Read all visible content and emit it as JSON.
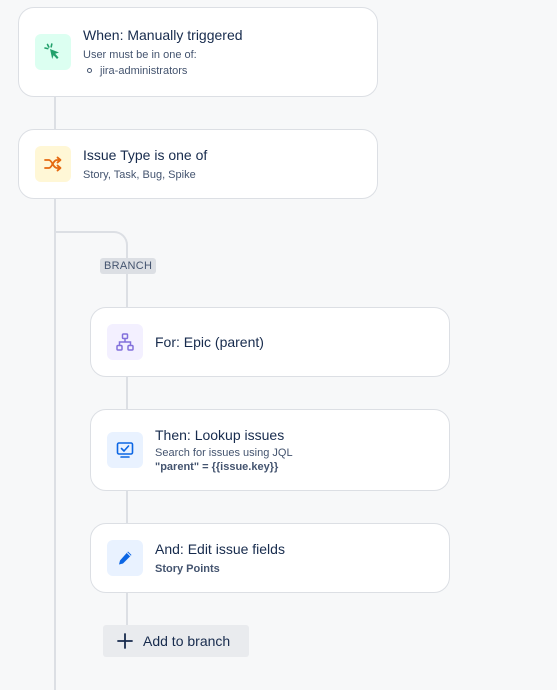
{
  "colors": {
    "trigger_icon_bg": "#dcfff1",
    "trigger_icon": "#22a06b",
    "condition_icon_bg": "#fff7d6",
    "condition_icon": "#e56910",
    "branch_icon_bg": "#f3f0ff",
    "branch_icon": "#8270db",
    "action_icon_bg": "#e9f2ff",
    "action_icon": "#0c66e4",
    "connector": "#dcdfe4"
  },
  "trigger": {
    "icon": "cursor-click-icon",
    "title": "When: Manually triggered",
    "subtitle": "User must be in one of:",
    "groups": [
      "jira-administrators"
    ]
  },
  "condition": {
    "icon": "shuffle-icon",
    "title": "Issue Type is one of",
    "subtitle": "Story, Task, Bug, Spike"
  },
  "branch": {
    "label": "BRANCH",
    "header": {
      "icon": "hierarchy-icon",
      "title": "For: Epic (parent)"
    },
    "steps": [
      {
        "icon": "lookup-issues-icon",
        "title": "Then: Lookup issues",
        "subtitle": "Search for issues using JQL",
        "detail": "\"parent\" = {{issue.key}}"
      },
      {
        "icon": "pencil-icon",
        "title": "And: Edit issue fields",
        "detail": "Story Points"
      }
    ],
    "add_label": "Add to branch"
  }
}
